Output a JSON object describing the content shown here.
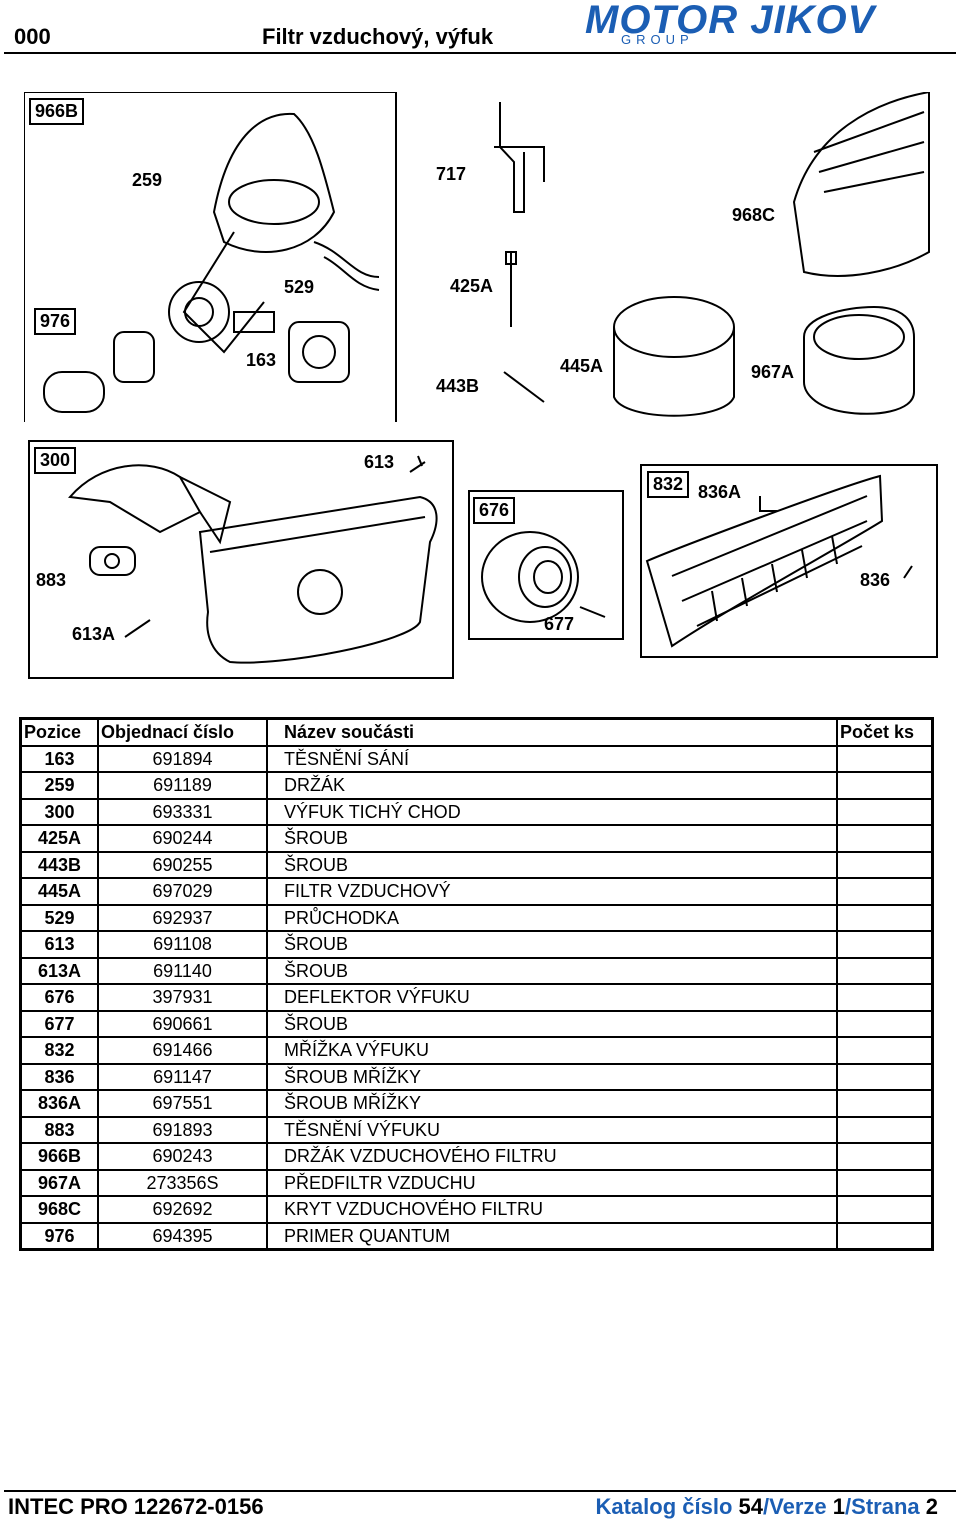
{
  "header": {
    "code": "000",
    "title": "Filtr vzduchový, výfuk",
    "logo_main": "MOTOR JIKOV",
    "logo_sub": "GROUP"
  },
  "figures": {
    "panel1": {
      "title": "966B",
      "labels": [
        "259",
        "717",
        "968C",
        "976",
        "529",
        "425A",
        "163",
        "445A",
        "967A",
        "443B"
      ]
    },
    "panel2": {
      "title": "300",
      "labels": [
        "613",
        "883",
        "613A"
      ]
    },
    "panel3": {
      "title": "676",
      "labels": [
        "677"
      ]
    },
    "panel4": {
      "title": "832",
      "labels": [
        "836A",
        "836"
      ]
    }
  },
  "table": {
    "headers": [
      "Pozice",
      "Objednací číslo",
      "Název součásti",
      "Počet ks"
    ],
    "rows": [
      {
        "pos": "163",
        "num": "691894",
        "name": "TĚSNĚNÍ SÁNÍ",
        "qty": ""
      },
      {
        "pos": "259",
        "num": "691189",
        "name": "DRŽÁK",
        "qty": ""
      },
      {
        "pos": "300",
        "num": "693331",
        "name": "VÝFUK TICHÝ CHOD",
        "qty": ""
      },
      {
        "pos": "425A",
        "num": "690244",
        "name": "ŠROUB",
        "qty": ""
      },
      {
        "pos": "443B",
        "num": "690255",
        "name": "ŠROUB",
        "qty": ""
      },
      {
        "pos": "445A",
        "num": "697029",
        "name": "FILTR VZDUCHOVÝ",
        "qty": ""
      },
      {
        "pos": "529",
        "num": "692937",
        "name": "PRŮCHODKA",
        "qty": ""
      },
      {
        "pos": "613",
        "num": "691108",
        "name": "ŠROUB",
        "qty": ""
      },
      {
        "pos": "613A",
        "num": "691140",
        "name": "ŠROUB",
        "qty": ""
      },
      {
        "pos": "676",
        "num": "397931",
        "name": "DEFLEKTOR VÝFUKU",
        "qty": ""
      },
      {
        "pos": "677",
        "num": "690661",
        "name": "ŠROUB",
        "qty": ""
      },
      {
        "pos": "832",
        "num": "691466",
        "name": "MŘÍŽKA VÝFUKU",
        "qty": ""
      },
      {
        "pos": "836",
        "num": "691147",
        "name": "ŠROUB MŘÍŽKY",
        "qty": ""
      },
      {
        "pos": "836A",
        "num": "697551",
        "name": "ŠROUB MŘÍŽKY",
        "qty": ""
      },
      {
        "pos": "883",
        "num": "691893",
        "name": "TĚSNĚNÍ VÝFUKU",
        "qty": ""
      },
      {
        "pos": "966B",
        "num": "690243",
        "name": "DRŽÁK VZDUCHOVÉHO FILTRU",
        "qty": ""
      },
      {
        "pos": "967A",
        "num": "273356S",
        "name": "PŘEDFILTR VZDUCHU",
        "qty": ""
      },
      {
        "pos": "968C",
        "num": "692692",
        "name": "KRYT VZDUCHOVÉHO FILTRU",
        "qty": ""
      },
      {
        "pos": "976",
        "num": "694395",
        "name": "PRIMER QUANTUM",
        "qty": ""
      }
    ]
  },
  "footer": {
    "left": "INTEC PRO 122672-0156",
    "catalog_label": "Katalog číslo",
    "catalog_num": "54",
    "sep1": "/",
    "version_label": "Verze",
    "version_num": "1",
    "sep2": "/",
    "page_label": "Strana",
    "page_num": "2"
  },
  "colors": {
    "brand": "#1b5eb4",
    "text": "#000000"
  }
}
